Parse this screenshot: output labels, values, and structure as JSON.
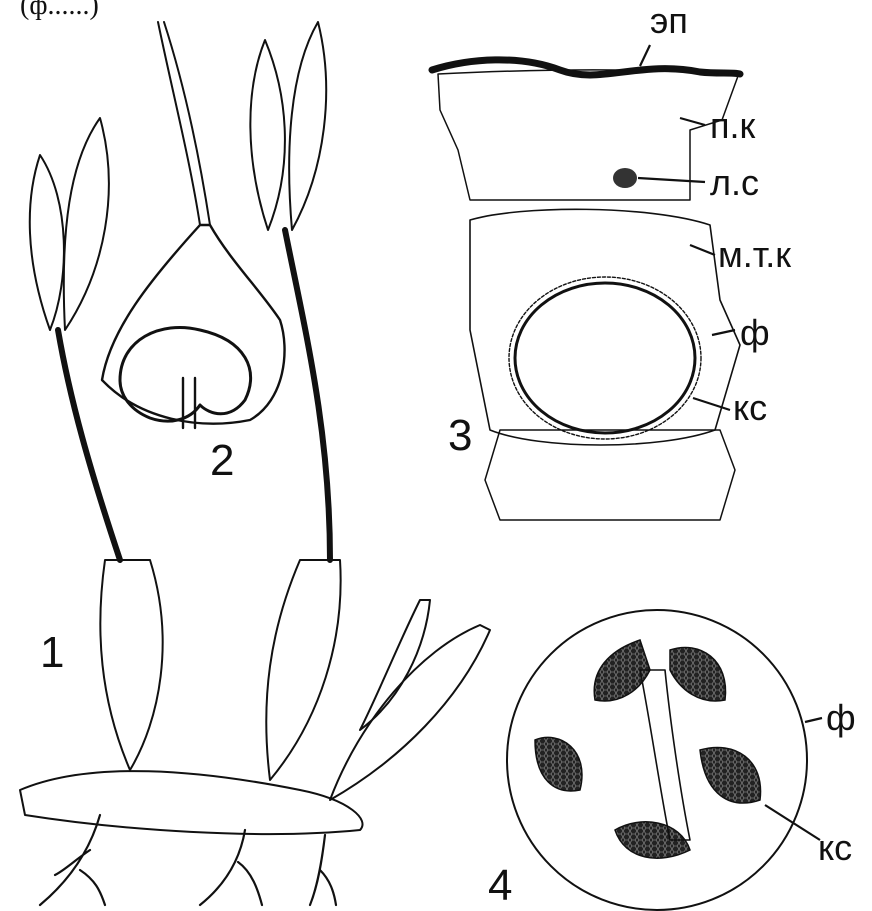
{
  "figure": {
    "top_text": "(ф......)",
    "panel_numbers": {
      "p1": "1",
      "p2": "2",
      "p3": "3",
      "p4": "4"
    },
    "panel3_labels": {
      "ep": "эп",
      "pk": "п.к",
      "ls": "л.с",
      "mtk": "м.т.к",
      "f": "ф",
      "ks": "кс"
    },
    "panel4_labels": {
      "f": "ф",
      "ks": "кс"
    }
  }
}
